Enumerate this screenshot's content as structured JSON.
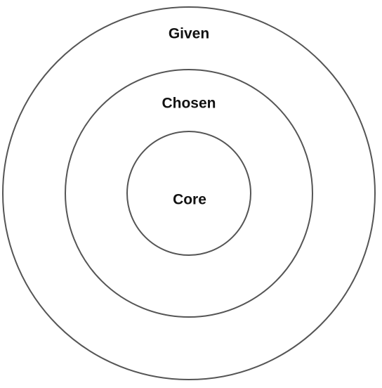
{
  "rings": {
    "outer": {
      "label": "Given"
    },
    "middle": {
      "label": "Chosen"
    },
    "inner": {
      "label": "Core"
    }
  },
  "colors": {
    "stroke": "#555555",
    "text": "#111111",
    "background": "#ffffff"
  }
}
